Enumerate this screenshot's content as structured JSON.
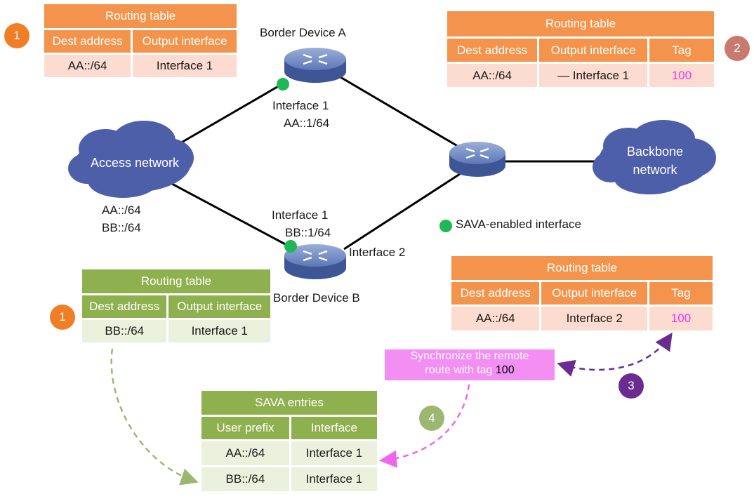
{
  "rt_a": {
    "badge": "1",
    "title": "Routing table",
    "cols": [
      "Dest address",
      "Output interface"
    ],
    "row": [
      "AA::/64",
      "Interface 1"
    ]
  },
  "rt_b": {
    "badge": "1",
    "title": "Routing table",
    "cols": [
      "Dest address",
      "Output interface"
    ],
    "row": [
      "BB::/64",
      "Interface 1"
    ]
  },
  "rt_top_right": {
    "badge": "2",
    "title": "Routing table",
    "cols": [
      "Dest address",
      "Output interface",
      "Tag"
    ],
    "row": [
      "AA::/64",
      "— Interface 1",
      "100"
    ]
  },
  "rt_mid_right": {
    "title": "Routing table",
    "cols": [
      "Dest address",
      "Output interface",
      "Tag"
    ],
    "row": [
      "AA::/64",
      "Interface 2",
      "100"
    ]
  },
  "sava": {
    "title": "SAVA entries",
    "cols": [
      "User prefix",
      "Interface"
    ],
    "rows": [
      [
        "AA::/64",
        "Interface 1"
      ],
      [
        "BB::/64",
        "Interface 1"
      ]
    ]
  },
  "labels": {
    "border_a": "Border Device A",
    "border_b": "Border Device B",
    "a_if": "Interface 1",
    "a_addr": "AA::1/64",
    "b_if1": "Interface 1",
    "b_addr": "BB::1/64",
    "b_if2": "Interface 2",
    "access_prefix_1": "AA::/64",
    "access_prefix_2": "BB::/64",
    "legend": "SAVA-enabled interface"
  },
  "clouds": {
    "access": "Access network",
    "backbone_1": "Backbone",
    "backbone_2": "network"
  },
  "sync": {
    "line1": "Synchronize the remote",
    "line2": "route with tag ",
    "tag": "100"
  },
  "badges": {
    "three": "3",
    "four": "4"
  },
  "colors": {
    "orange_header": "#f4944c",
    "orange_row": "#fcdcd0",
    "green_header": "#8fb04e",
    "green_row": "#ebf1dd",
    "badge_orange": "#f07e26",
    "badge_red": "#c97a6e",
    "badge_purple": "#6a2c91",
    "badge_green": "#9cb870",
    "sava_dot": "#1db954",
    "cloud": "#4d5fa8"
  },
  "icons": [
    "router-icon",
    "cloud-icon",
    "sava-dot-icon"
  ]
}
